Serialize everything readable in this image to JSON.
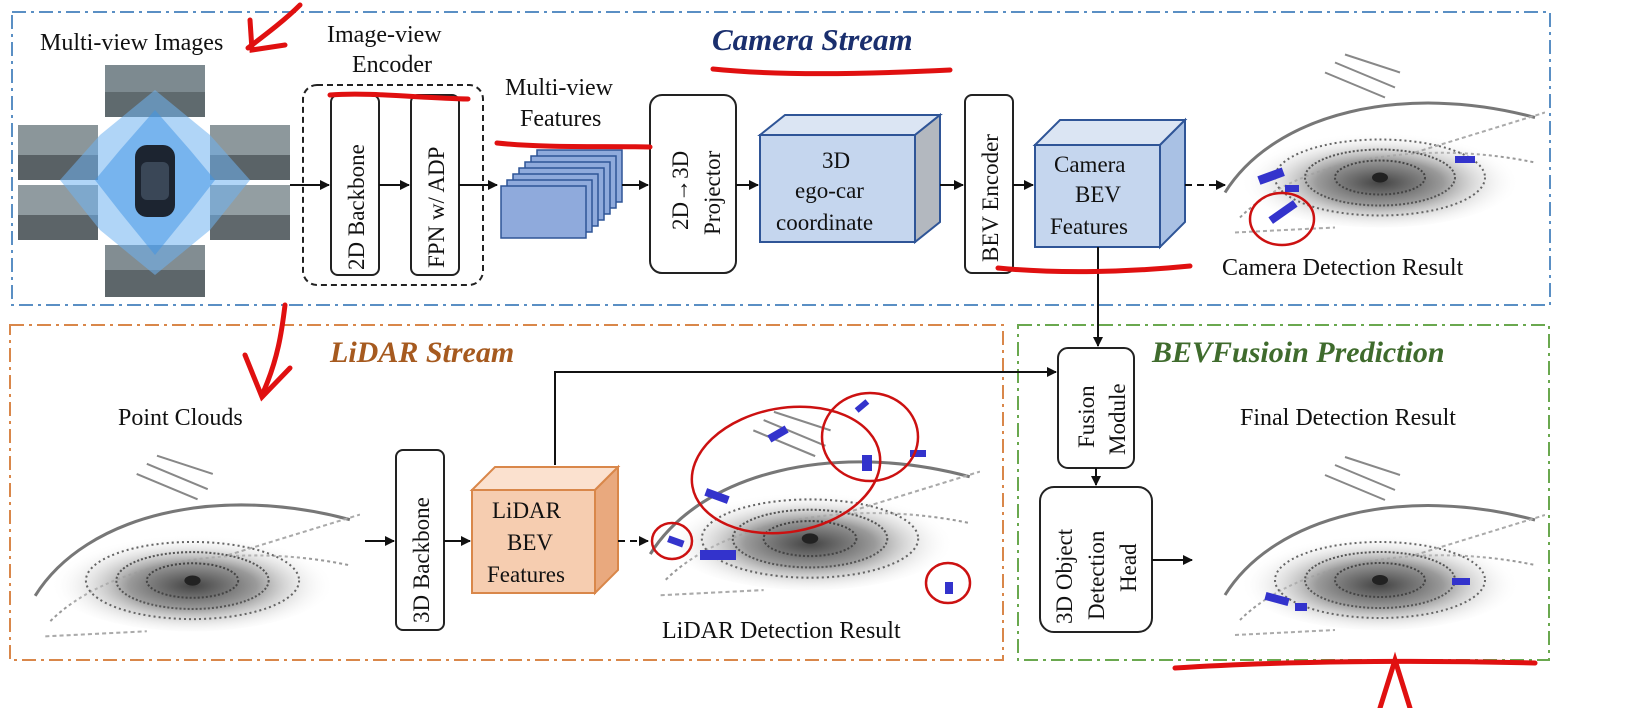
{
  "camera_stream": {
    "title": "Camera Stream",
    "multiview_images_label": "Multi-view Images",
    "encoder_label_line1": "Image-view",
    "encoder_label_line2": "Encoder",
    "backbone_2d": "2D Backbone",
    "fpn": "FPN w/ ADP",
    "features_label_line1": "Multi-view",
    "features_label_line2": "Features",
    "projector_line1": "2D→3D",
    "projector_line2": "Projector",
    "ego_line1": "3D",
    "ego_line2": "ego-car",
    "ego_line3": "coordinate",
    "bev_encoder": "BEV Encoder",
    "cam_bev_line1": "Camera",
    "cam_bev_line2": "BEV",
    "cam_bev_line3": "Features",
    "result_label": "Camera Detection Result"
  },
  "lidar_stream": {
    "title": "LiDAR Stream",
    "point_clouds_label": "Point Clouds",
    "backbone_3d": "3D Backbone",
    "lidar_bev_line1": "LiDAR",
    "lidar_bev_line2": "BEV",
    "lidar_bev_line3": "Features",
    "result_label": "LiDAR Detection Result"
  },
  "fusion": {
    "title": "BEVFusioin Prediction",
    "module_line1": "Fusion",
    "module_line2": "Module",
    "head_line1": "3D Object",
    "head_line2": "Detection",
    "head_line3": "Head",
    "result_label": "Final Detection Result"
  },
  "colors": {
    "camera_border": "#5a8fc4",
    "lidar_border": "#d9874a",
    "fusion_border": "#6aa84f",
    "camera_block_fill": "#c5d6ee",
    "lidar_block_fill": "#f6cdb0",
    "annotation_red": "#e01010"
  }
}
